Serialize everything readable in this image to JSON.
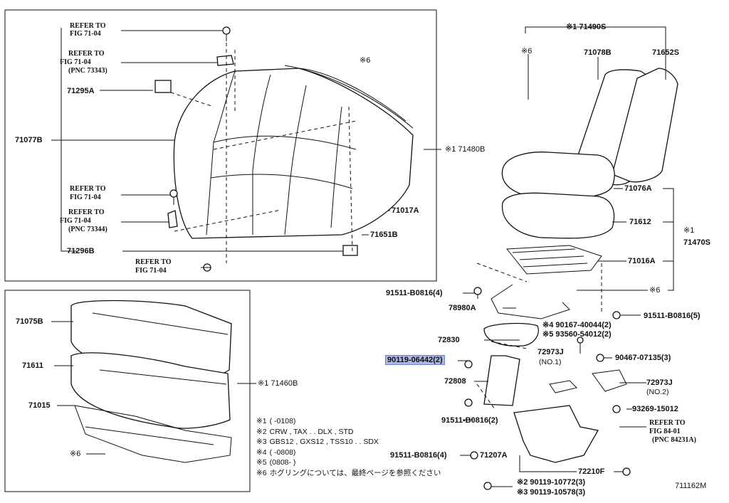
{
  "labels": {
    "ref_fig_a": "REFER TO",
    "ref_fig_a2": "FIG 71-04",
    "ref_fig_b": "REFER TO",
    "ref_fig_b2": "FIG 71-04",
    "ref_fig_b3": "(PNC 73343)",
    "p71295a": "71295A",
    "p71077b": "71077B",
    "ref_fig_c": "REFER TO",
    "ref_fig_c2": "FIG 71-04",
    "ref_fig_d": "REFER TO",
    "ref_fig_d2": "FIG 71-04",
    "ref_fig_d3": "(PNC 73344)",
    "p71296b": "71296B",
    "ref_fig_e": "REFER TO",
    "ref_fig_e2": "FIG 71-04",
    "mark6_top": "※6",
    "p71480b": "※1 71480B",
    "p71017a": "71017A",
    "p71651b": "71651B",
    "p71490s": "※1 71490S",
    "mark6_right": "※6",
    "p71078b": "71078B",
    "p71652s": "71652S",
    "p71076a": "71076A",
    "p71612": "71612",
    "p71470s_1": "※1",
    "p71470s_2": "71470S",
    "p71016a": "71016A",
    "mark6_mid": "※6",
    "b91511_4": "91511-B0816(4)",
    "p78980a": "78980A",
    "b91511_5": "91511-B0816(5)",
    "n90167": "※4  90167-40044(2)",
    "n93560": "※5  93560-54012(2)",
    "p72830": "72830",
    "p72973j_1": "72973J",
    "no1": "(NO.1)",
    "b90467": "90467-07135(3)",
    "b90119_hl": "90119-06442(2)",
    "p72973j_2": "72973J",
    "no2": "(NO.2)",
    "p72808": "72808",
    "b93269": "93269-15012",
    "ref_fig_f": "REFER TO",
    "ref_fig_f2": "FIG 84-01",
    "ref_fig_f3": "(PNC 84231A)",
    "b91511_2": "91511-B0816(2)",
    "b91511_4b": "91511-B0816(4)",
    "p71207a": "71207A",
    "p72210f": "72210F",
    "b90119_10772": "※2  90119-10772(3)",
    "b90119_10578": "※3  90119-10578(3)",
    "p71075b": "71075B",
    "p71611": "71611",
    "p71015": "71015",
    "p71460b": "※1 71460B",
    "mark6_low": "※6",
    "diagram_id": "711162M"
  },
  "notes": [
    {
      "mark": "※1",
      "text": "(      -0108)"
    },
    {
      "mark": "※2",
      "text": "CRW , TAX . . DLX , STD"
    },
    {
      "mark": "※3",
      "text": "GBS12 , GXS12 , TSS10 . . SDX"
    },
    {
      "mark": "※4",
      "text": "(      -0808)"
    },
    {
      "mark": "※5",
      "text": "(0808-      )"
    },
    {
      "mark": "※6",
      "text": "ホグリングについては、最終ページを参照ください"
    }
  ],
  "colors": {
    "highlight": "#a9b7e6",
    "ink": "#111111"
  }
}
